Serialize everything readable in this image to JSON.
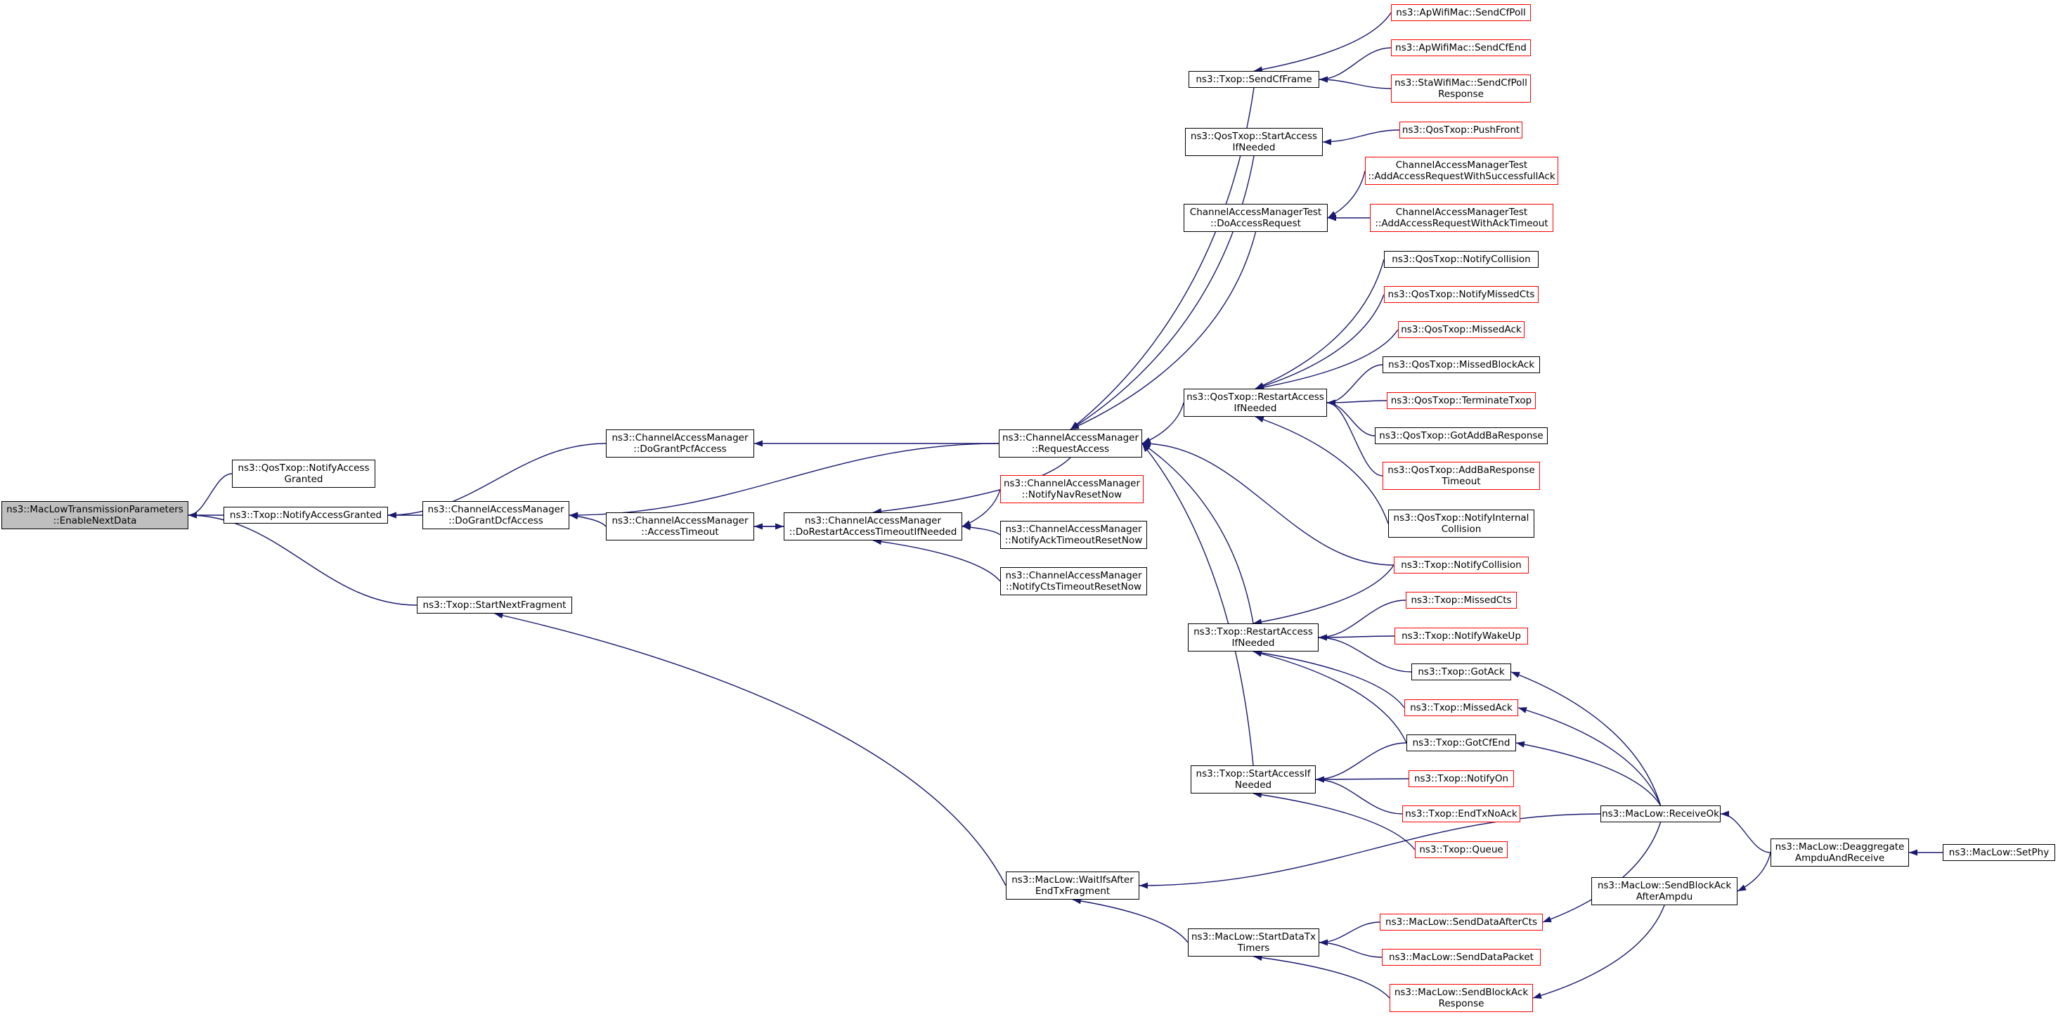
{
  "colors": {
    "edge": "#191970",
    "border_default": "#000000",
    "border_external": "#ff0000",
    "root_fill": "#bfbfbf"
  },
  "nodes": {
    "root": [
      "ns3::MacLowTransmissionParameters",
      "::EnableNextData"
    ],
    "qos_notify_granted": [
      "ns3::QosTxop::NotifyAccess",
      "Granted"
    ],
    "txop_notify_granted": [
      "ns3::Txop::NotifyAccessGranted"
    ],
    "txop_start_next_fragment": [
      "ns3::Txop::StartNextFragment"
    ],
    "cam_do_grant_pcf": [
      "ns3::ChannelAccessManager",
      "::DoGrantPcfAccess"
    ],
    "cam_do_grant_dcf": [
      "ns3::ChannelAccessManager",
      "::DoGrantDcfAccess"
    ],
    "cam_access_timeout": [
      "ns3::ChannelAccessManager",
      "::AccessTimeout"
    ],
    "cam_do_restart": [
      "ns3::ChannelAccessManager",
      "::DoRestartAccessTimeoutIfNeeded"
    ],
    "cam_request_access": [
      "ns3::ChannelAccessManager",
      "::RequestAccess"
    ],
    "cam_notify_nav": [
      "ns3::ChannelAccessManager",
      "::NotifyNavResetNow"
    ],
    "cam_notify_ack": [
      "ns3::ChannelAccessManager",
      "::NotifyAckTimeoutResetNow"
    ],
    "cam_notify_cts": [
      "ns3::ChannelAccessManager",
      "::NotifyCtsTimeoutResetNow"
    ],
    "txop_send_cf_frame": [
      "ns3::Txop::SendCfFrame"
    ],
    "qos_start_access": [
      "ns3::QosTxop::StartAccess",
      "IfNeeded"
    ],
    "camt_do_access_request": [
      "ChannelAccessManagerTest",
      "::DoAccessRequest"
    ],
    "qos_restart_access": [
      "ns3::QosTxop::RestartAccess",
      "IfNeeded"
    ],
    "txop_restart_access": [
      "ns3::Txop::RestartAccess",
      "IfNeeded"
    ],
    "txop_start_access": [
      "ns3::Txop::StartAccessIf",
      "Needed"
    ],
    "maclow_wait_ifs": [
      "ns3::MacLow::WaitIfsAfter",
      "EndTxFragment"
    ],
    "maclow_start_data_tx": [
      "ns3::MacLow::StartDataTx",
      "Timers"
    ],
    "ap_send_cf_poll": [
      "ns3::ApWifiMac::SendCfPoll"
    ],
    "ap_send_cf_end": [
      "ns3::ApWifiMac::SendCfEnd"
    ],
    "sta_send_cf_poll": [
      "ns3::StaWifiMac::SendCfPoll",
      "Response"
    ],
    "qos_push_front": [
      "ns3::QosTxop::PushFront"
    ],
    "camt_success": [
      "ChannelAccessManagerTest",
      "::AddAccessRequestWithSuccessfullAck"
    ],
    "camt_ack_timeout": [
      "ChannelAccessManagerTest",
      "::AddAccessRequestWithAckTimeout"
    ],
    "qos_notify_collision": [
      "ns3::QosTxop::NotifyCollision"
    ],
    "qos_notify_missed_cts": [
      "ns3::QosTxop::NotifyMissedCts"
    ],
    "qos_missed_ack": [
      "ns3::QosTxop::MissedAck"
    ],
    "qos_missed_block_ack": [
      "ns3::QosTxop::MissedBlockAck"
    ],
    "qos_terminate_txop": [
      "ns3::QosTxop::TerminateTxop"
    ],
    "qos_got_addba": [
      "ns3::QosTxop::GotAddBaResponse"
    ],
    "qos_addba_timeout": [
      "ns3::QosTxop::AddBaResponse",
      "Timeout"
    ],
    "qos_notify_internal": [
      "ns3::QosTxop::NotifyInternal",
      "Collision"
    ],
    "txop_notify_collision": [
      "ns3::Txop::NotifyCollision"
    ],
    "txop_missed_cts": [
      "ns3::Txop::MissedCts"
    ],
    "txop_notify_wakeup": [
      "ns3::Txop::NotifyWakeUp"
    ],
    "txop_got_ack": [
      "ns3::Txop::GotAck"
    ],
    "txop_missed_ack": [
      "ns3::Txop::MissedAck"
    ],
    "txop_got_cf_end": [
      "ns3::Txop::GotCfEnd"
    ],
    "txop_notify_on": [
      "ns3::Txop::NotifyOn"
    ],
    "txop_end_tx_no_ack": [
      "ns3::Txop::EndTxNoAck"
    ],
    "txop_queue": [
      "ns3::Txop::Queue"
    ],
    "maclow_send_data_after_cts": [
      "ns3::MacLow::SendDataAfterCts"
    ],
    "maclow_send_data_packet": [
      "ns3::MacLow::SendDataPacket"
    ],
    "maclow_send_block_ack_response": [
      "ns3::MacLow::SendBlockAck",
      "Response"
    ],
    "maclow_receive_ok": [
      "ns3::MacLow::ReceiveOk"
    ],
    "maclow_send_block_ack_after_ampdu": [
      "ns3::MacLow::SendBlockAck",
      "AfterAmpdu"
    ],
    "maclow_deaggregate": [
      "ns3::MacLow::Deaggregate",
      "AmpduAndReceive"
    ],
    "maclow_set_phy": [
      "ns3::MacLow::SetPhy"
    ]
  }
}
